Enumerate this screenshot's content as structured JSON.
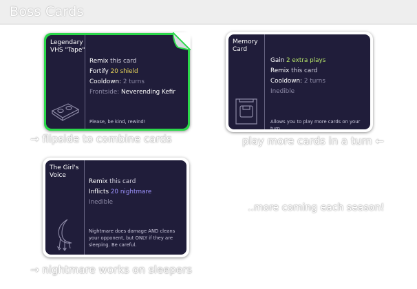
{
  "header": {
    "title": "Boss Cards"
  },
  "colors": {
    "card_bg": "#201d3a",
    "highlight_border": "#2bd84a",
    "yellow": "#ecd85a",
    "green": "#b7e56a",
    "blue": "#9e94ff"
  },
  "cards": [
    {
      "title": "Legendary VHS \"Tape\"",
      "icon": "vhs-tape-icon",
      "line1_kw": "Remix",
      "line1_rest": " this card",
      "line2_kw": "Fortify",
      "line2_value": "20 shield",
      "line3_kw": "Cooldown:",
      "line3_rest": " 2 turns",
      "line4_kw": "Frontside:",
      "line4_rest": " Neverending Kefir",
      "flavor": "Please, be kind, rewind!"
    },
    {
      "title": "Memory Card",
      "icon": "memory-card-icon",
      "line1_kw": "Gain",
      "line1_value": "2 extra plays",
      "line2_kw": "Remix",
      "line2_rest": " this card",
      "line3_kw": "Cooldown:",
      "line3_rest": " 2 turns",
      "line4": "Inedible",
      "flavor": "Allows you to play more cards on your turn."
    },
    {
      "title": "The Girl's Voice",
      "icon": "moon-dreamcatcher-icon",
      "line1_kw": "Remix",
      "line1_rest": " this card",
      "line2_kw": "Inflicts",
      "line2_value": "20 nightmare",
      "line3": "Inedible",
      "flavor": "Nightmare does damage AND cleans your opponent, but ONLY if they are sleeping. Be careful."
    }
  ],
  "captions": {
    "flipside": "→ flipside to combine cards",
    "more_plays": "play more cards in a turn ←",
    "coming": "..more coming each season!",
    "nightmare": "→ nightmare works on sleepers"
  }
}
